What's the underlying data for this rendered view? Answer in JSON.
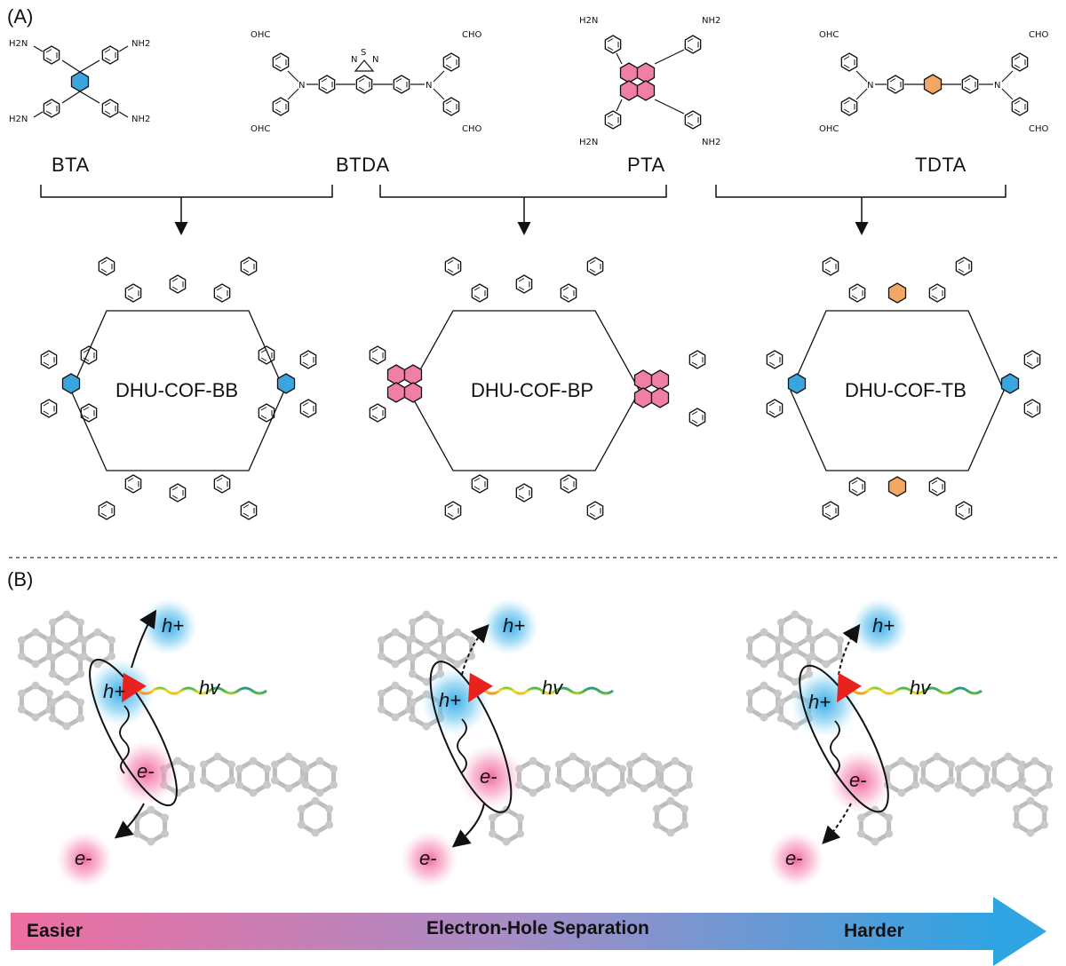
{
  "panels": {
    "a": "(A)",
    "b": "(B)"
  },
  "monomers": [
    "BTA",
    "BTDA",
    "PTA",
    "TDTA"
  ],
  "cofs": [
    "DHU-COF-BB",
    "DHU-COF-BP",
    "DHU-COF-TB"
  ],
  "chem": {
    "nh2": "NH2",
    "h2n": "H2N",
    "cho": "CHO",
    "ohc": "OHC",
    "n": "N",
    "s": "S"
  },
  "charges": {
    "hole": "h+",
    "electron": "e-",
    "photon": "hv"
  },
  "gradient": {
    "left": "Easier",
    "center": "Electron-Hole Separation",
    "right": "Harder"
  },
  "colors": {
    "benzene_blue": "#3aa6dd",
    "pyrene_pink": "#ef7fa6",
    "phenyl_orange": "#f2a765",
    "hole_glow": "#2ea8e6",
    "electron_glow": "#f0609a",
    "gradient_start": "#ee6ea0",
    "gradient_end": "#2fa4e2"
  }
}
